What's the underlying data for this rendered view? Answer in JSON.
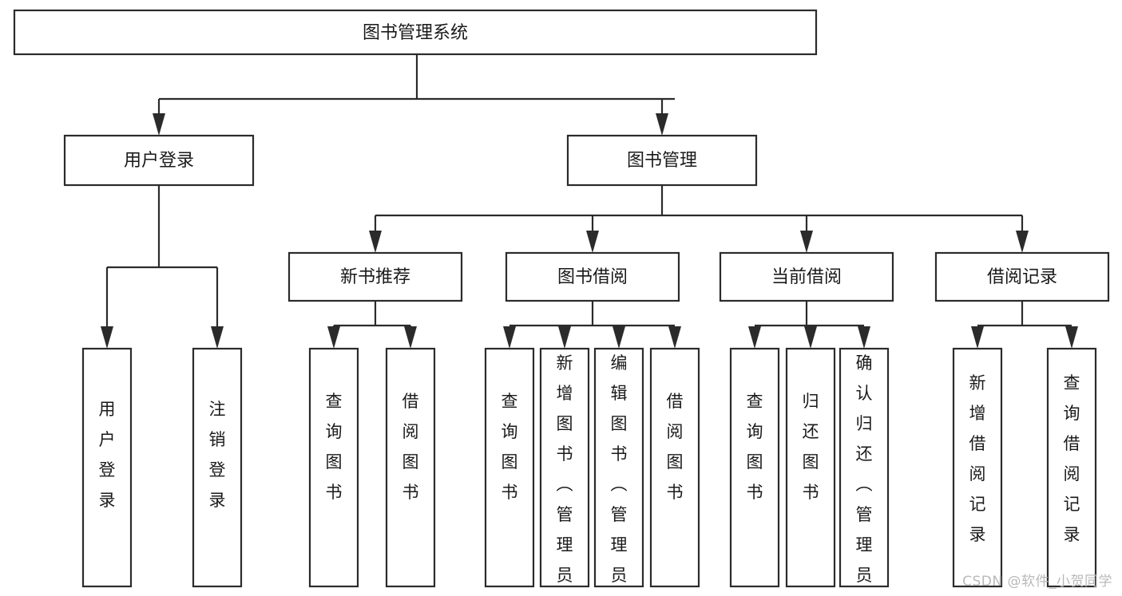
{
  "diagram": {
    "type": "tree-hierarchy-functional-decomposition",
    "title": "图书管理系统",
    "watermark": "CSDN @软件_小贺同学",
    "colors": {
      "stroke": "#2b2b2b",
      "fill": "#ffffff",
      "text": "#1a1a1a",
      "watermark": "#b9b9b9",
      "background": "#ffffff"
    },
    "levels": [
      {
        "level": 1,
        "nodes": [
          {
            "id": "root",
            "label": "图书管理系统",
            "orientation": "horizontal"
          }
        ]
      },
      {
        "level": 2,
        "nodes": [
          {
            "id": "l2-1",
            "label": "用户登录",
            "orientation": "horizontal",
            "parent": "root"
          },
          {
            "id": "l2-2",
            "label": "图书管理",
            "orientation": "horizontal",
            "parent": "root"
          }
        ]
      },
      {
        "level": 3,
        "nodes": [
          {
            "id": "l3-1",
            "label": "新书推荐",
            "orientation": "horizontal",
            "parent": "l2-2"
          },
          {
            "id": "l3-2",
            "label": "图书借阅",
            "orientation": "horizontal",
            "parent": "l2-2"
          },
          {
            "id": "l3-3",
            "label": "当前借阅",
            "orientation": "horizontal",
            "parent": "l2-2"
          },
          {
            "id": "l3-4",
            "label": "借阅记录",
            "orientation": "horizontal",
            "parent": "l2-2"
          }
        ]
      },
      {
        "level": 4,
        "nodes": [
          {
            "id": "leaf-1",
            "label": "用户登录",
            "orientation": "vertical",
            "parent": "l2-1"
          },
          {
            "id": "leaf-2",
            "label": "注销登录",
            "orientation": "vertical",
            "parent": "l2-1"
          },
          {
            "id": "leaf-3",
            "label": "查询图书",
            "orientation": "vertical",
            "parent": "l3-1"
          },
          {
            "id": "leaf-4",
            "label": "借阅图书",
            "orientation": "vertical",
            "parent": "l3-1"
          },
          {
            "id": "leaf-5",
            "label": "查询图书",
            "orientation": "vertical",
            "parent": "l3-2"
          },
          {
            "id": "leaf-6",
            "label": "新增图书（管理员）",
            "orientation": "vertical",
            "parent": "l3-2"
          },
          {
            "id": "leaf-7",
            "label": "编辑图书（管理员）",
            "orientation": "vertical",
            "parent": "l3-2"
          },
          {
            "id": "leaf-8",
            "label": "借阅图书",
            "orientation": "vertical",
            "parent": "l3-2"
          },
          {
            "id": "leaf-9",
            "label": "查询图书",
            "orientation": "vertical",
            "parent": "l3-3"
          },
          {
            "id": "leaf-10",
            "label": "归还图书",
            "orientation": "vertical",
            "parent": "l3-3"
          },
          {
            "id": "leaf-11",
            "label": "确认归还（管理员）",
            "orientation": "vertical",
            "parent": "l3-3"
          },
          {
            "id": "leaf-12",
            "label": "新增借阅记录",
            "orientation": "vertical",
            "parent": "l3-4"
          },
          {
            "id": "leaf-13",
            "label": "查询借阅记录",
            "orientation": "vertical",
            "parent": "l3-4"
          }
        ]
      }
    ]
  }
}
